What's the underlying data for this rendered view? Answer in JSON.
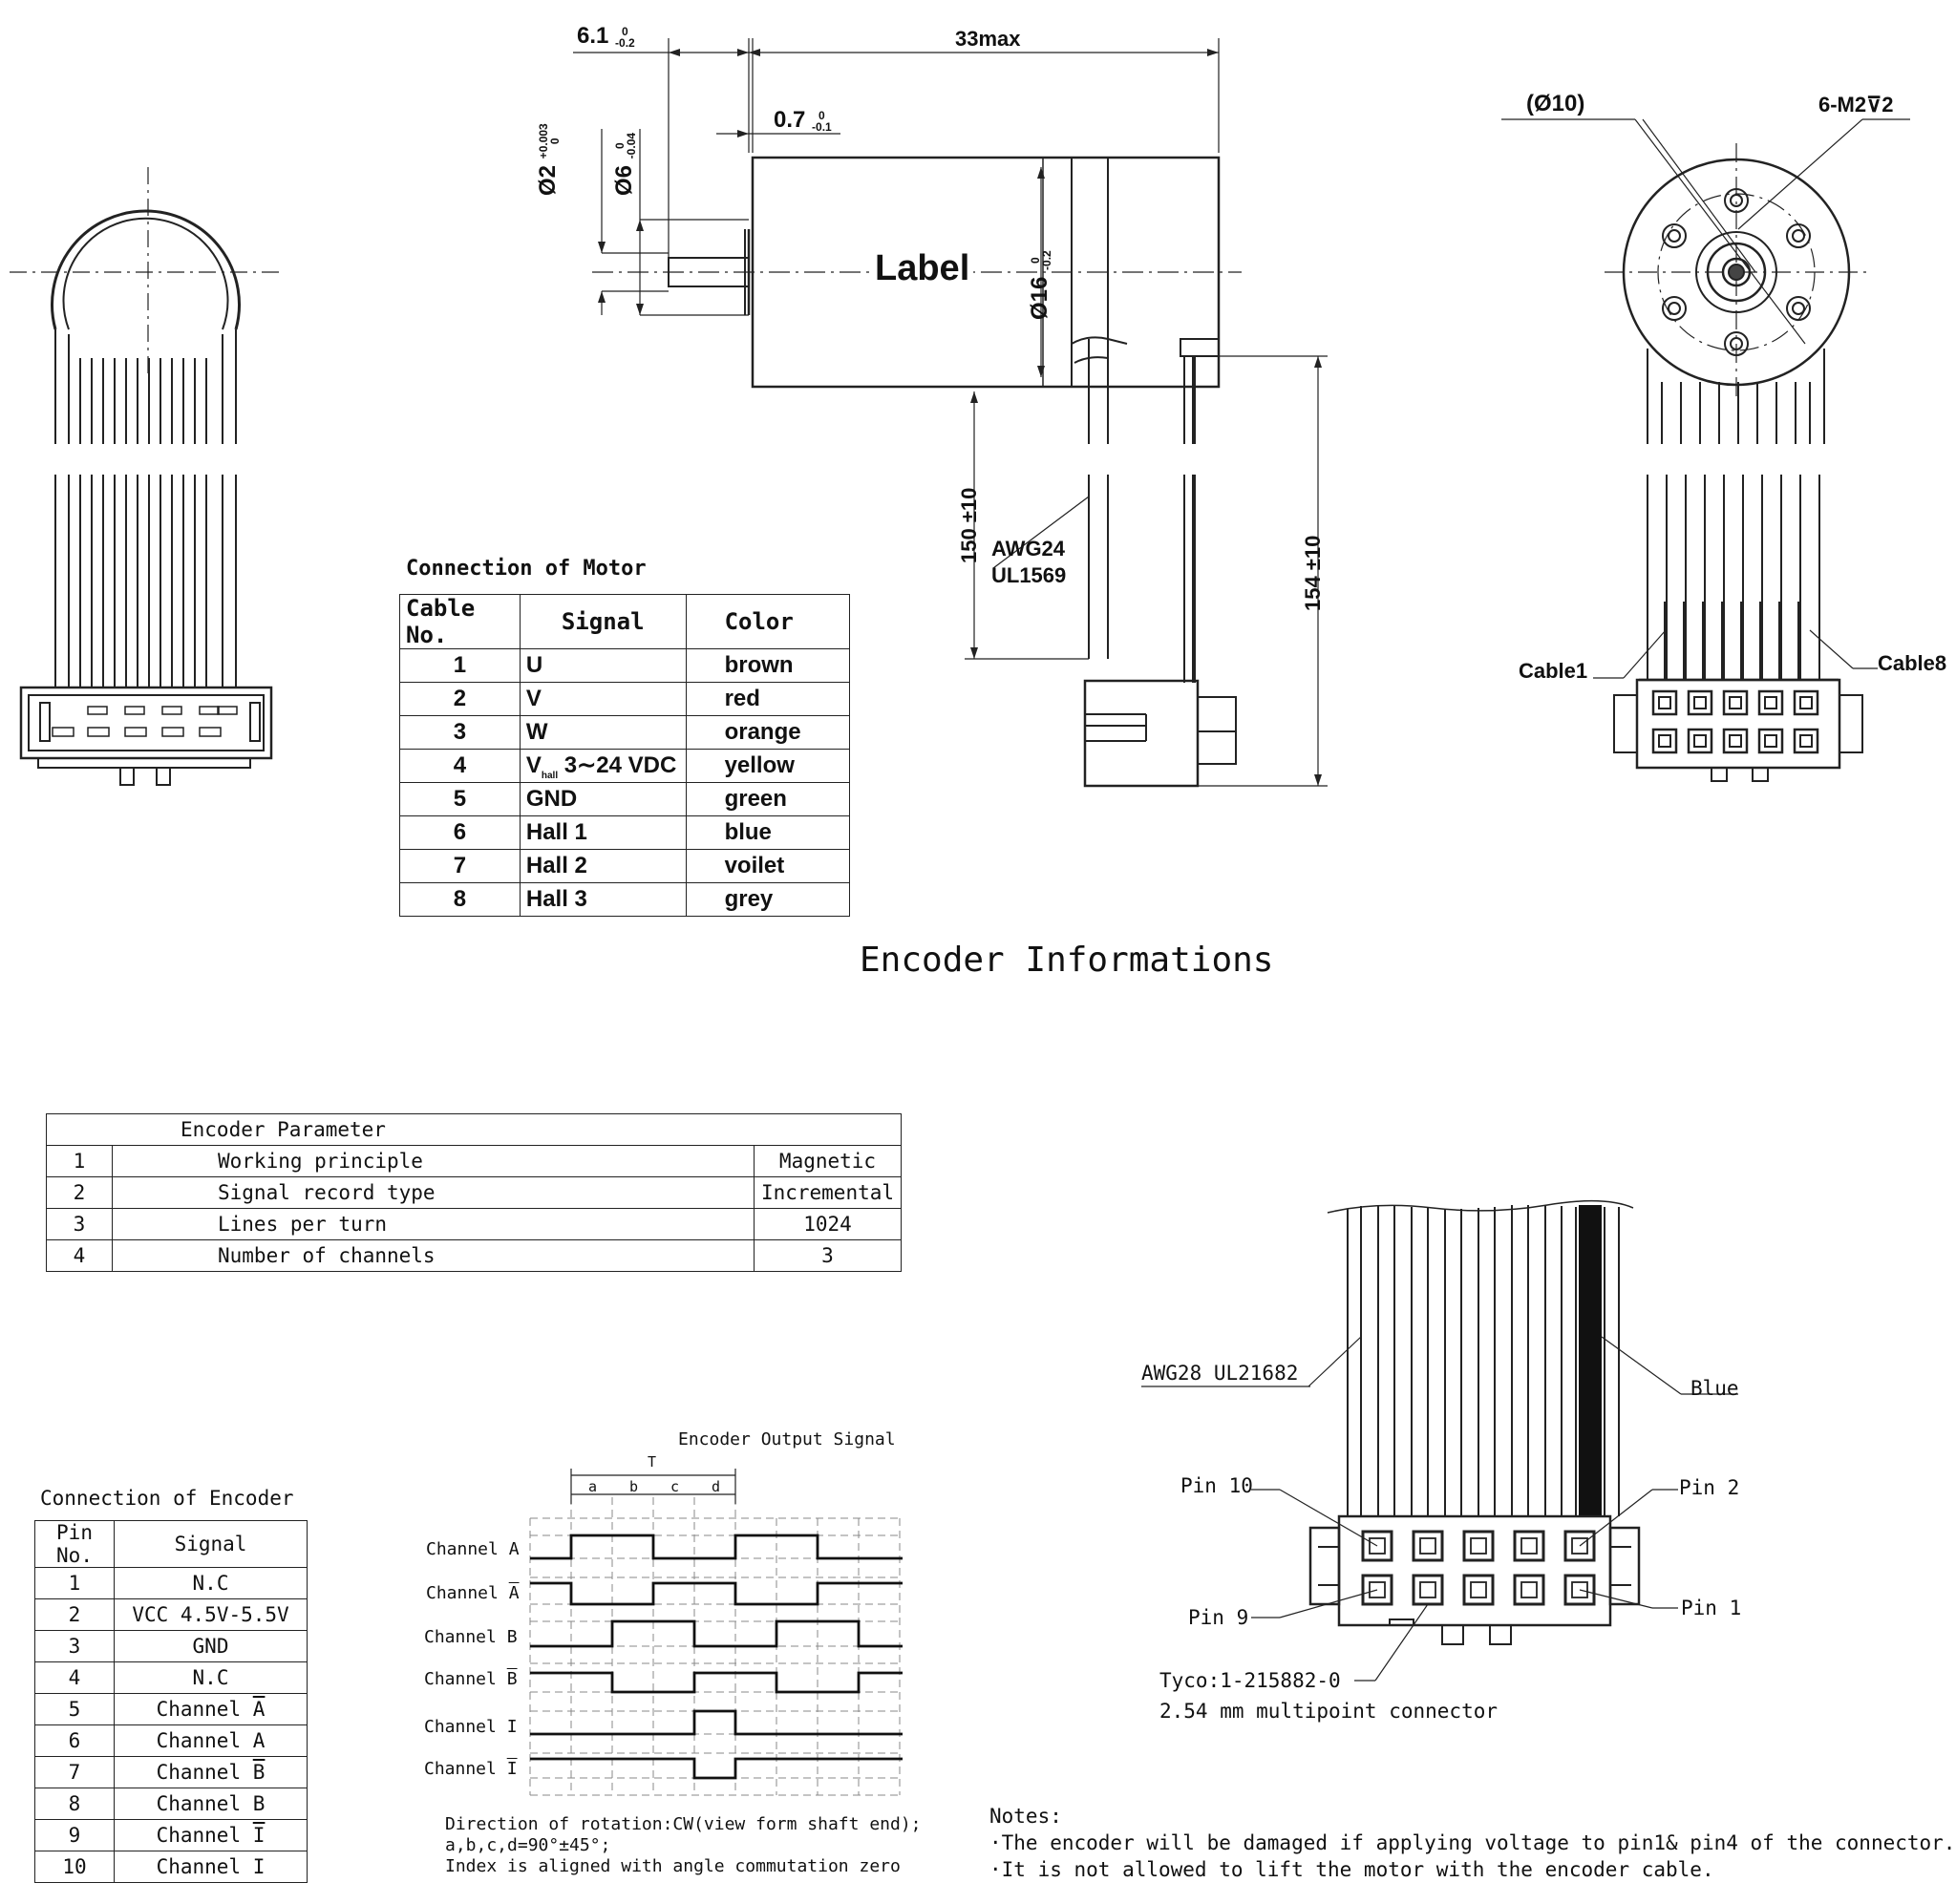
{
  "dimensions": {
    "shaft_len": "6.1",
    "shaft_len_tol_upper": "0",
    "shaft_len_tol_lower": "-0.2",
    "body_len": "33max",
    "flange": "0.7",
    "flange_tol_upper": "0",
    "flange_tol_lower": "-0.1",
    "shaft_dia": "Ø2",
    "shaft_dia_tol_upper": "+0.003",
    "shaft_dia_tol_lower": "0",
    "boss_dia": "Ø6",
    "boss_dia_tol_upper": "0",
    "boss_dia_tol_lower": "-0.04",
    "body_dia": "Ø16",
    "body_dia_tol_upper": "0",
    "body_dia_tol_lower": "-0.2",
    "label": "Label",
    "cable_len_1": "150 ±10",
    "cable_len_2": "154 ±10",
    "wire_spec_1": "AWG24",
    "wire_spec_2": "UL1569",
    "pcd": "(Ø10)",
    "holes": "6-M2⊽2",
    "cable1": "Cable1",
    "cable8": "Cable8"
  },
  "motor_connection": {
    "title": "Connection of Motor",
    "headers": [
      "Cable No.",
      "Signal",
      "Color"
    ],
    "rows": [
      {
        "no": "1",
        "signal": "U",
        "color": "brown"
      },
      {
        "no": "2",
        "signal": "V",
        "color": "red"
      },
      {
        "no": "3",
        "signal": "W",
        "color": "orange"
      },
      {
        "no": "4",
        "signal_main": "V",
        "signal_sub": "hall",
        "signal_rest": "3∼24 VDC",
        "color": "yellow"
      },
      {
        "no": "5",
        "signal": "GND",
        "color": "green"
      },
      {
        "no": "6",
        "signal": "Hall 1",
        "color": "blue"
      },
      {
        "no": "7",
        "signal": "Hall 2",
        "color": "voilet"
      },
      {
        "no": "8",
        "signal": "Hall 3",
        "color": "grey"
      }
    ]
  },
  "encoder_heading": "Encoder Informations",
  "encoder_parameter": {
    "title": "Encoder Parameter",
    "rows": [
      {
        "no": "1",
        "name": "Working principle",
        "value": "Magnetic"
      },
      {
        "no": "2",
        "name": "Signal record type",
        "value": "Incremental"
      },
      {
        "no": "3",
        "name": "Lines per turn",
        "value": "1024"
      },
      {
        "no": "4",
        "name": "Number of channels",
        "value": "3"
      }
    ]
  },
  "encoder_connection": {
    "title": "Connection of Encoder",
    "headers": [
      "Pin No.",
      "Signal"
    ],
    "rows": [
      {
        "no": "1",
        "signal": "N.C"
      },
      {
        "no": "2",
        "signal": "VCC 4.5V-5.5V"
      },
      {
        "no": "3",
        "signal": "GND"
      },
      {
        "no": "4",
        "signal": "N.C"
      },
      {
        "no": "5",
        "signal_pre": "Channel ",
        "signal_bar": "A"
      },
      {
        "no": "6",
        "signal": "Channel A"
      },
      {
        "no": "7",
        "signal_pre": "Channel ",
        "signal_bar": "B"
      },
      {
        "no": "8",
        "signal": "Channel B"
      },
      {
        "no": "9",
        "signal_pre": "Channel ",
        "signal_bar": "I"
      },
      {
        "no": "10",
        "signal": "Channel I"
      }
    ]
  },
  "timing": {
    "title": "Encoder Output Signal",
    "period_label": "T",
    "sub_labels": [
      "a",
      "b",
      "c",
      "d"
    ],
    "channels": [
      {
        "pre": "Channel ",
        "label": "A",
        "bar": false
      },
      {
        "pre": "Channel ",
        "label": "A",
        "bar": true
      },
      {
        "pre": "Channel ",
        "label": "B",
        "bar": false
      },
      {
        "pre": "Channel ",
        "label": "B",
        "bar": true
      },
      {
        "pre": "Channel ",
        "label": "I",
        "bar": false
      },
      {
        "pre": "Channel ",
        "label": "I",
        "bar": true
      }
    ],
    "notes": [
      "Direction of rotation:CW(view form shaft end);",
      "a,b,c,d=90°±45°;",
      "Index is aligned with angle commutation zero"
    ]
  },
  "connector": {
    "wire_spec": "AWG28 UL21682",
    "blue": "Blue",
    "pin10": "Pin 10",
    "pin2": "Pin 2",
    "pin9": "Pin 9",
    "pin1": "Pin 1",
    "part": "Tyco:1-215882-0",
    "desc": "2.54 mm multipoint connector"
  },
  "notes": {
    "title": "Notes:",
    "items": [
      "·The encoder will be damaged if applying voltage to pin1& pin4 of the connector.",
      "·It is not allowed to lift the motor with the encoder cable."
    ]
  }
}
